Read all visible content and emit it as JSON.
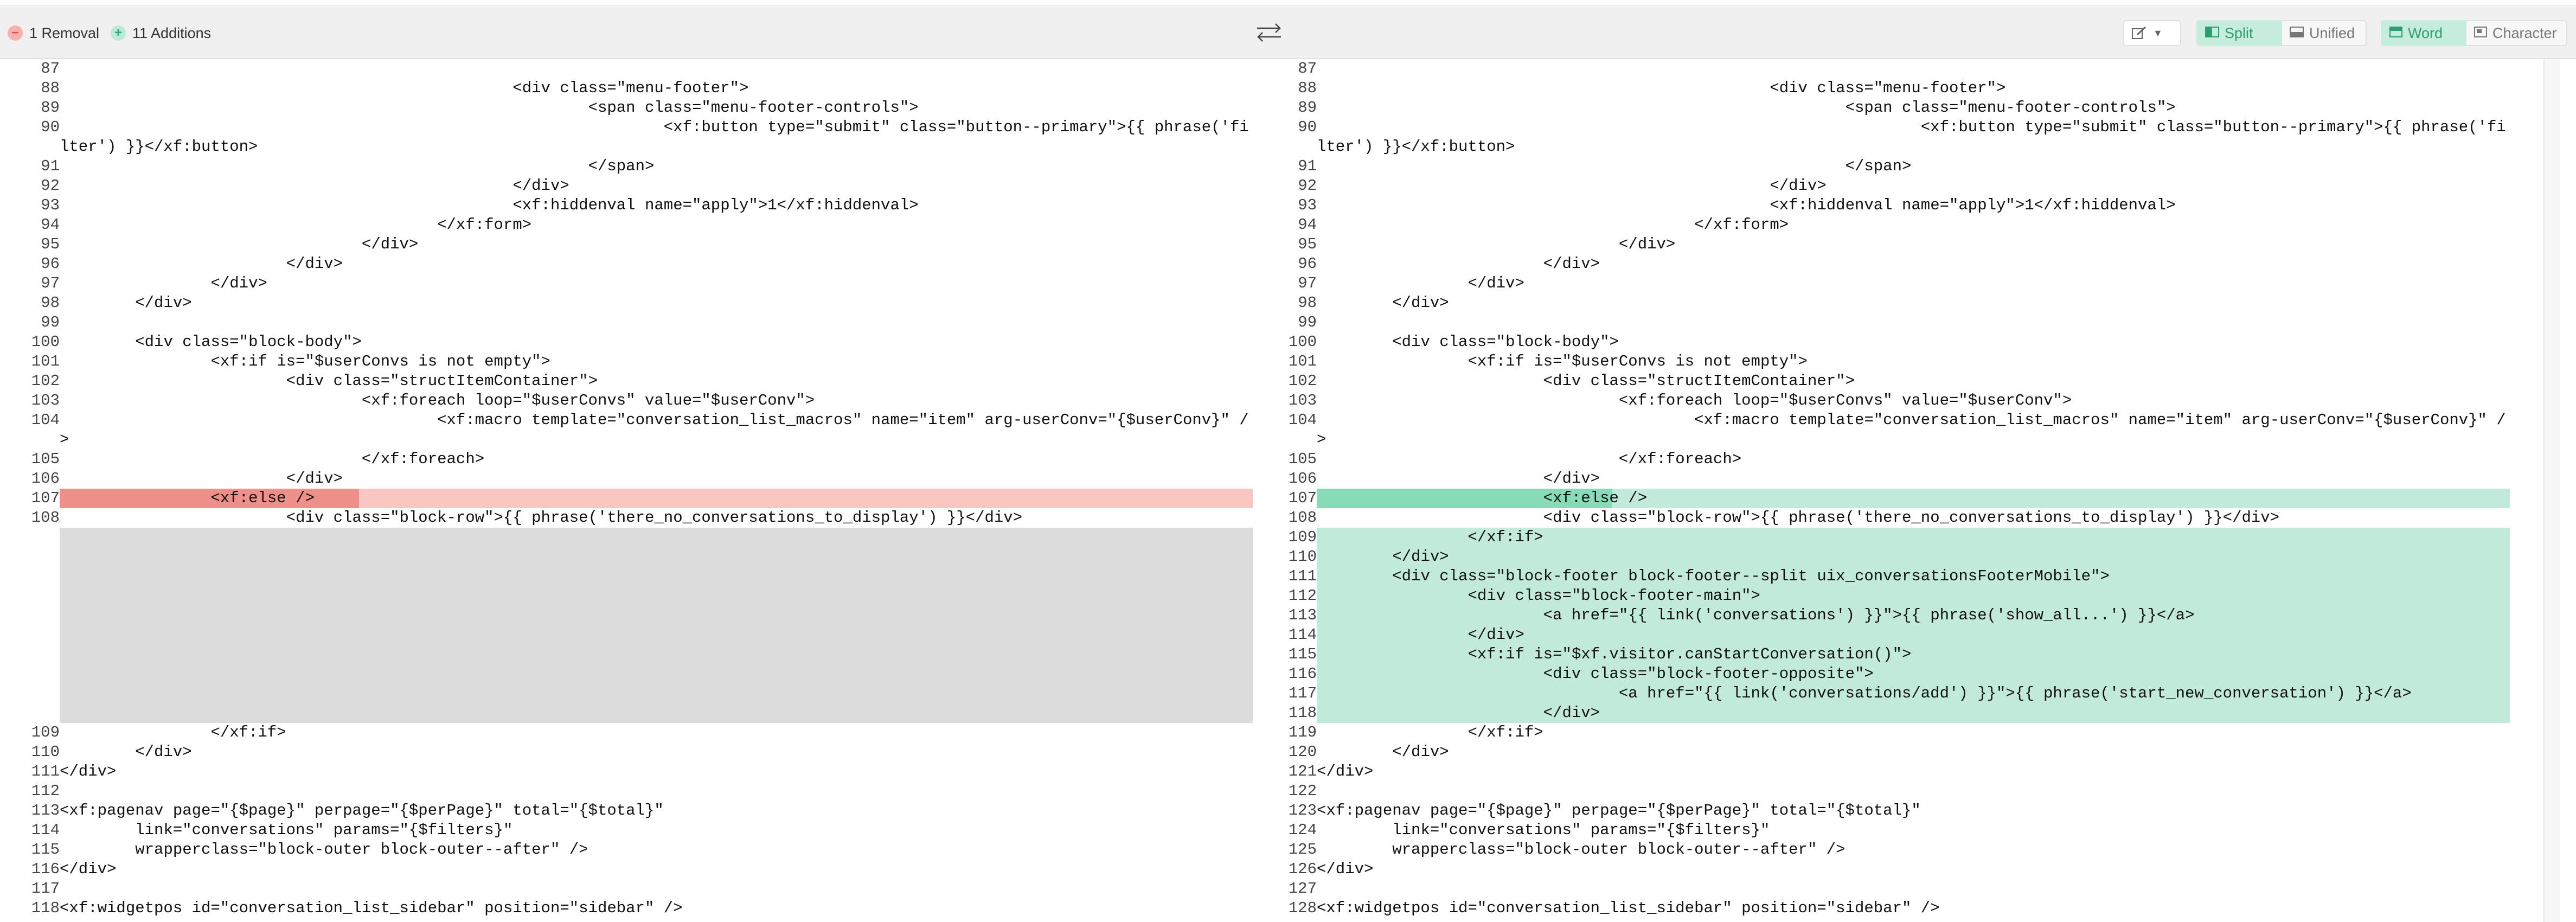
{
  "toolbar": {
    "removals_label": "1 Removal",
    "additions_label": "11 Additions",
    "split_label": "Split",
    "unified_label": "Unified",
    "word_label": "Word",
    "character_label": "Character",
    "edit_icon": "pencil-icon",
    "swap_icon": "swap-arrows-icon"
  },
  "colors": {
    "removed_line": "#f9c6c2",
    "removed_word": "#ef8f89",
    "added_line": "#c2eadb",
    "added_word": "#87dcb7",
    "placeholder": "#dcdcdc",
    "active_toggle": "#c5ecdc"
  },
  "left": [
    {
      "n": "87",
      "t": ""
    },
    {
      "n": "88",
      "t": "                                                <div class=\"menu-footer\">"
    },
    {
      "n": "89",
      "t": "                                                        <span class=\"menu-footer-controls\">"
    },
    {
      "n": "90",
      "t": "                                                                <xf:button type=\"submit\" class=\"button--primary\">{{ phrase('filter') }}</xf:button>",
      "wrap": true
    },
    {
      "n": "91",
      "t": "                                                        </span>"
    },
    {
      "n": "92",
      "t": "                                                </div>"
    },
    {
      "n": "93",
      "t": "                                                <xf:hiddenval name=\"apply\">1</xf:hiddenval>"
    },
    {
      "n": "94",
      "t": "                                        </xf:form>"
    },
    {
      "n": "95",
      "t": "                                </div>"
    },
    {
      "n": "96",
      "t": "                        </div>"
    },
    {
      "n": "97",
      "t": "                </div>"
    },
    {
      "n": "98",
      "t": "        </div>"
    },
    {
      "n": "99",
      "t": ""
    },
    {
      "n": "100",
      "t": "        <div class=\"block-body\">"
    },
    {
      "n": "101",
      "t": "                <xf:if is=\"$userConvs is not empty\">"
    },
    {
      "n": "102",
      "t": "                        <div class=\"structItemContainer\">"
    },
    {
      "n": "103",
      "t": "                                <xf:foreach loop=\"$userConvs\" value=\"$userConv\">"
    },
    {
      "n": "104",
      "t": "                                        <xf:macro template=\"conversation_list_macros\" name=\"item\" arg-userConv=\"{$userConv}\" />",
      "wrap": true
    },
    {
      "n": "105",
      "t": "                                </xf:foreach>"
    },
    {
      "n": "106",
      "t": "                        </div>"
    },
    {
      "n": "107",
      "t": "                <xf:else />",
      "kind": "strong-del"
    },
    {
      "n": "108",
      "t": "                        <div class=\"block-row\">{{ phrase('there_no_conversations_to_display') }}</div>"
    },
    {
      "n": "",
      "t": "",
      "kind": "placeholder"
    },
    {
      "n": "109",
      "t": "                </xf:if>"
    },
    {
      "n": "110",
      "t": "        </div>"
    },
    {
      "n": "111",
      "t": "</div>"
    },
    {
      "n": "112",
      "t": ""
    },
    {
      "n": "113",
      "t": "<xf:pagenav page=\"{$page}\" perpage=\"{$perPage}\" total=\"{$total}\""
    },
    {
      "n": "114",
      "t": "        link=\"conversations\" params=\"{$filters}\""
    },
    {
      "n": "115",
      "t": "        wrapperclass=\"block-outer block-outer--after\" />"
    },
    {
      "n": "116",
      "t": "</div>"
    },
    {
      "n": "117",
      "t": ""
    },
    {
      "n": "118",
      "t": "<xf:widgetpos id=\"conversation_list_sidebar\" position=\"sidebar\" />"
    }
  ],
  "right": [
    {
      "n": "87",
      "t": ""
    },
    {
      "n": "88",
      "t": "                                                <div class=\"menu-footer\">"
    },
    {
      "n": "89",
      "t": "                                                        <span class=\"menu-footer-controls\">"
    },
    {
      "n": "90",
      "t": "                                                                <xf:button type=\"submit\" class=\"button--primary\">{{ phrase('filter') }}</xf:button>",
      "wrap": true
    },
    {
      "n": "91",
      "t": "                                                        </span>"
    },
    {
      "n": "92",
      "t": "                                                </div>"
    },
    {
      "n": "93",
      "t": "                                                <xf:hiddenval name=\"apply\">1</xf:hiddenval>"
    },
    {
      "n": "94",
      "t": "                                        </xf:form>"
    },
    {
      "n": "95",
      "t": "                                </div>"
    },
    {
      "n": "96",
      "t": "                        </div>"
    },
    {
      "n": "97",
      "t": "                </div>"
    },
    {
      "n": "98",
      "t": "        </div>"
    },
    {
      "n": "99",
      "t": ""
    },
    {
      "n": "100",
      "t": "        <div class=\"block-body\">"
    },
    {
      "n": "101",
      "t": "                <xf:if is=\"$userConvs is not empty\">"
    },
    {
      "n": "102",
      "t": "                        <div class=\"structItemContainer\">"
    },
    {
      "n": "103",
      "t": "                                <xf:foreach loop=\"$userConvs\" value=\"$userConv\">"
    },
    {
      "n": "104",
      "t": "                                        <xf:macro template=\"conversation_list_macros\" name=\"item\" arg-userConv=\"{$userConv}\" />",
      "wrap": true
    },
    {
      "n": "105",
      "t": "                                </xf:foreach>"
    },
    {
      "n": "106",
      "t": "                        </div>"
    },
    {
      "n": "107",
      "t": "                        <xf:else />",
      "kind": "strong-ins"
    },
    {
      "n": "108",
      "t": "                        <div class=\"block-row\">{{ phrase('there_no_conversations_to_display') }}</div>"
    },
    {
      "n": "109",
      "t": "                </xf:if>",
      "kind": "ins"
    },
    {
      "n": "110",
      "t": "        </div>",
      "kind": "ins"
    },
    {
      "n": "111",
      "t": "        <div class=\"block-footer block-footer--split uix_conversationsFooterMobile\">",
      "kind": "ins"
    },
    {
      "n": "112",
      "t": "                <div class=\"block-footer-main\">",
      "kind": "ins"
    },
    {
      "n": "113",
      "t": "                        <a href=\"{{ link('conversations') }}\">{{ phrase('show_all...') }}</a>",
      "kind": "ins"
    },
    {
      "n": "114",
      "t": "                </div>",
      "kind": "ins"
    },
    {
      "n": "115",
      "t": "                <xf:if is=\"$xf.visitor.canStartConversation()\">",
      "kind": "ins"
    },
    {
      "n": "116",
      "t": "                        <div class=\"block-footer-opposite\">",
      "kind": "ins"
    },
    {
      "n": "117",
      "t": "                                <a href=\"{{ link('conversations/add') }}\">{{ phrase('start_new_conversation') }}</a>",
      "kind": "ins"
    },
    {
      "n": "118",
      "t": "                        </div>",
      "kind": "ins"
    },
    {
      "n": "119",
      "t": "                </xf:if>"
    },
    {
      "n": "120",
      "t": "        </div>"
    },
    {
      "n": "121",
      "t": "</div>"
    },
    {
      "n": "122",
      "t": ""
    },
    {
      "n": "123",
      "t": "<xf:pagenav page=\"{$page}\" perpage=\"{$perPage}\" total=\"{$total}\""
    },
    {
      "n": "124",
      "t": "        link=\"conversations\" params=\"{$filters}\""
    },
    {
      "n": "125",
      "t": "        wrapperclass=\"block-outer block-outer--after\" />"
    },
    {
      "n": "126",
      "t": "</div>"
    },
    {
      "n": "127",
      "t": ""
    },
    {
      "n": "128",
      "t": "<xf:widgetpos id=\"conversation_list_sidebar\" position=\"sidebar\" />"
    }
  ]
}
